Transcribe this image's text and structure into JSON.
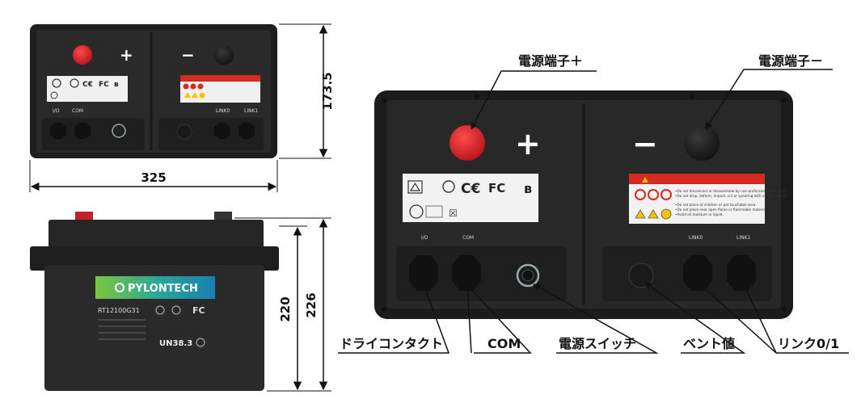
{
  "dimensions": {
    "width": "325",
    "height_top": "173.5",
    "height_220": "220",
    "height_226": "226"
  },
  "top_view": {
    "plus_sign": "+",
    "minus_sign": "−",
    "port_io": "I/O",
    "port_com": "COM",
    "port_link0": "LINK0",
    "port_link1": "LINK1"
  },
  "side_view": {
    "brand": "PYLONTECH",
    "model": "RT12100G31",
    "un_mark": "UN38.3",
    "fc_mark": "FC"
  },
  "detail": {
    "plus_sign": "+",
    "minus_sign": "−",
    "port_io": "I/O",
    "port_com": "COM",
    "port_link0": "LINK0",
    "port_link1": "LINK1",
    "ce_mark": "C€",
    "fc_mark": "FC",
    "warning_lines": [
      "•Do not disconnect or disassemble by non-professional personnel.",
      "•Do not drop, deform, impact, cut or spearing with a sharp object.",
      "•Do not place at children or pet touchable area.",
      "•Do not place near open flame or flammable material.",
      "•Avoid oil moisture or liquid."
    ]
  },
  "callouts": {
    "power_plus": "電源端子＋",
    "power_minus": "電源端子－",
    "dry_contact": "ドライコンタクト",
    "com": "COM",
    "power_switch": "電源スイッチ",
    "vent": "ベント値",
    "link": "リンク0/1"
  },
  "colors": {
    "body": "#262626",
    "frame": "#1c1c1c",
    "terminal_red": "#d8232a",
    "warning_red": "#d42a20",
    "label_white": "#f2f2f2"
  }
}
